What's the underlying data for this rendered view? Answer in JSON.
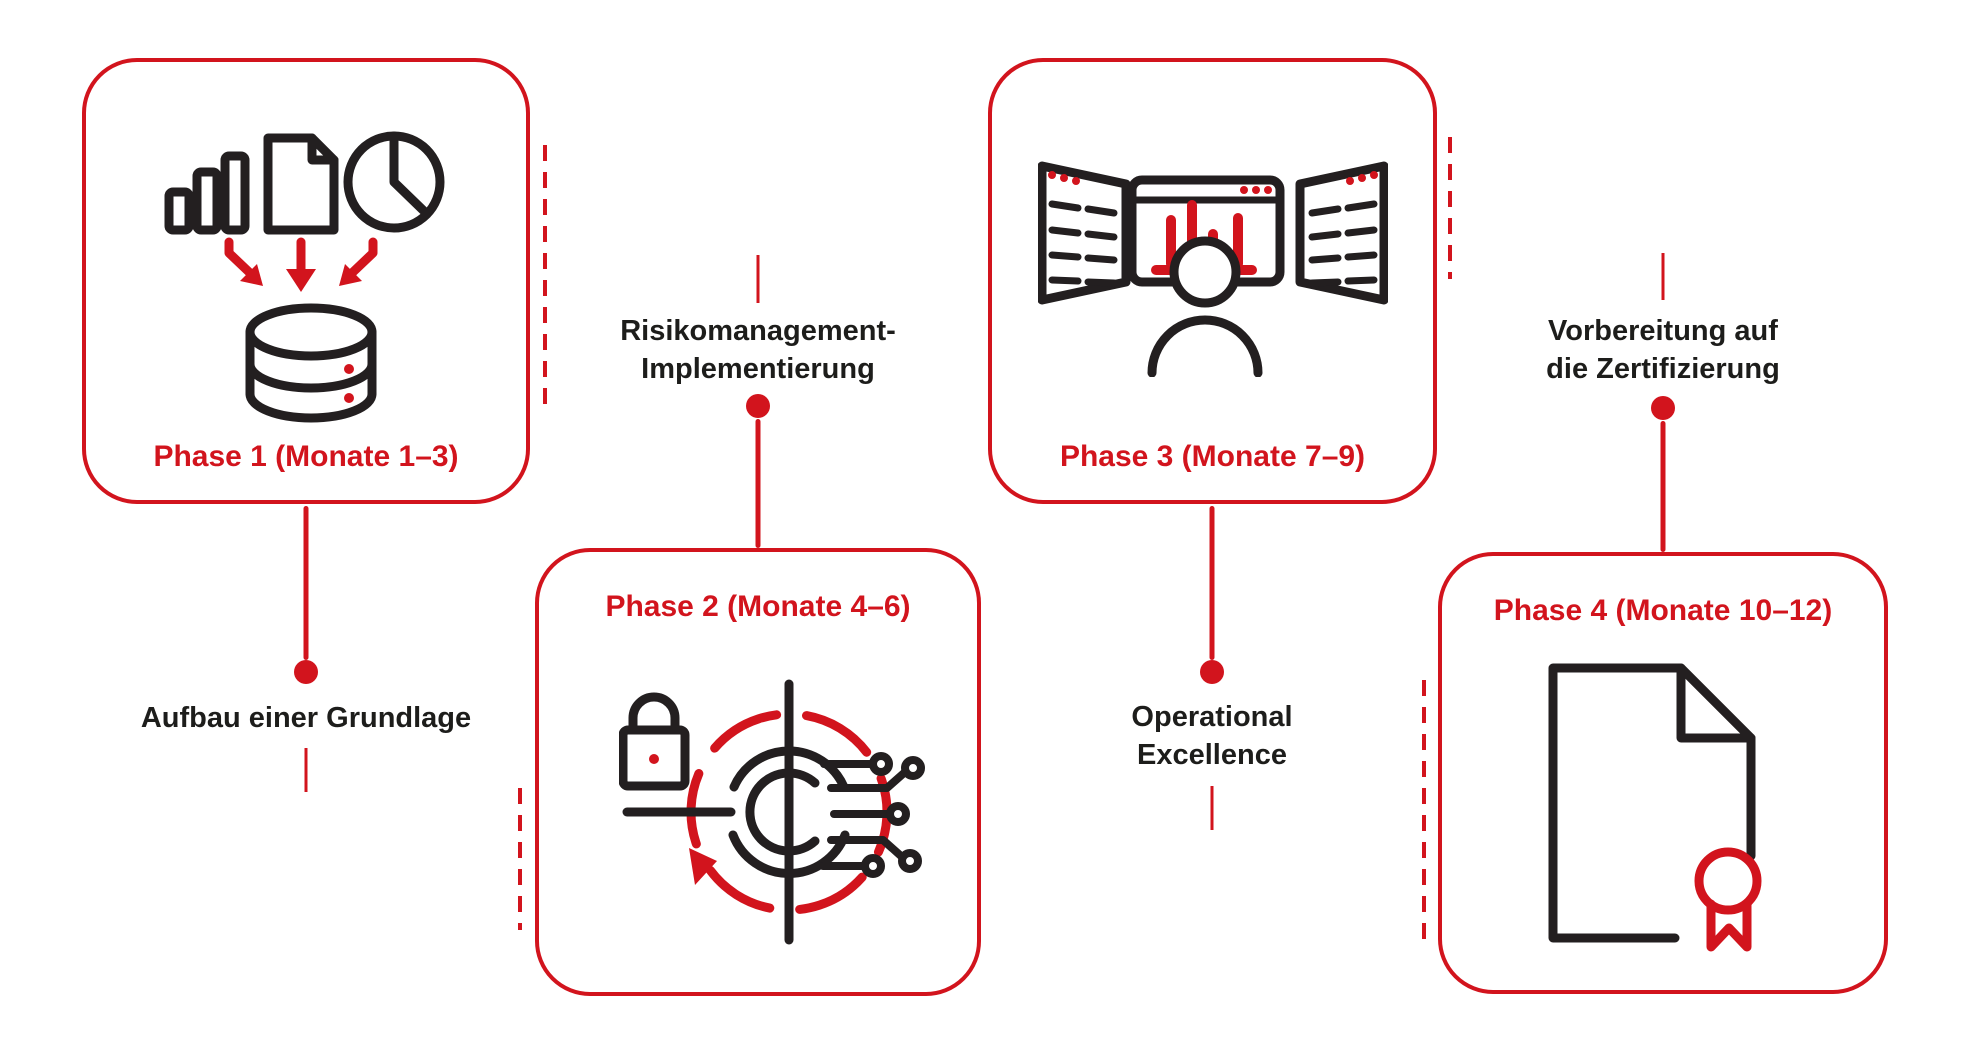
{
  "colors": {
    "accent_red": "#d2141d",
    "icon_black": "#231f20",
    "label_black": "#1d1d1b",
    "background": "#ffffff"
  },
  "phases": [
    {
      "card_title": "Phase 1 (Monate 1–3)",
      "milestone_label": "Aufbau einer Grundlage",
      "icon": "data-sources-database-icon"
    },
    {
      "card_title": "Phase 2 (Monate 4–6)",
      "milestone_label": "Risikomanagement-\nImplementierung",
      "icon": "risk-management-cycle-icon"
    },
    {
      "card_title": "Phase 3 (Monate 7–9)",
      "milestone_label": "Operational\nExcellence",
      "icon": "operations-dashboard-icon"
    },
    {
      "card_title": "Phase 4 (Monate 10–12)",
      "milestone_label": "Vorbereitung auf\ndie Zertifizierung",
      "icon": "certification-document-icon"
    }
  ]
}
